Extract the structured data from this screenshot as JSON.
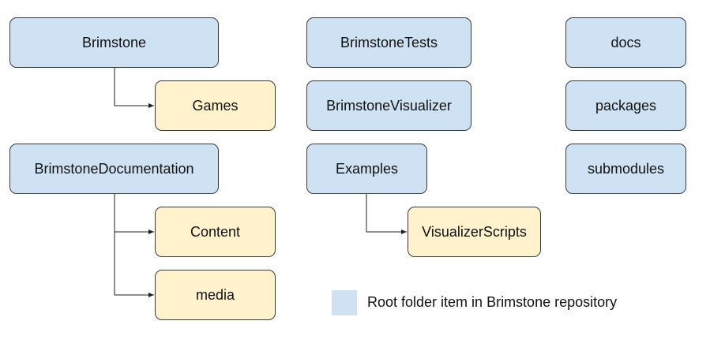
{
  "nodes": {
    "brimstone": "Brimstone",
    "games": "Games",
    "brimstone_documentation": "BrimstoneDocumentation",
    "content": "Content",
    "media": "media",
    "brimstone_tests": "BrimstoneTests",
    "brimstone_visualizer": "BrimstoneVisualizer",
    "examples": "Examples",
    "visualizer_scripts": "VisualizerScripts",
    "docs": "docs",
    "packages": "packages",
    "submodules": "submodules"
  },
  "legend": {
    "label": "Root folder item in Brimstone repository",
    "swatch_color": "#cfe2f3"
  },
  "colors": {
    "root_fill": "#cfe2f3",
    "child_fill": "#fff2cc",
    "border": "#3a3a3a"
  },
  "edges": [
    {
      "from": "Brimstone",
      "to": "Games"
    },
    {
      "from": "BrimstoneDocumentation",
      "to": "Content"
    },
    {
      "from": "BrimstoneDocumentation",
      "to": "media"
    },
    {
      "from": "Examples",
      "to": "VisualizerScripts"
    }
  ]
}
